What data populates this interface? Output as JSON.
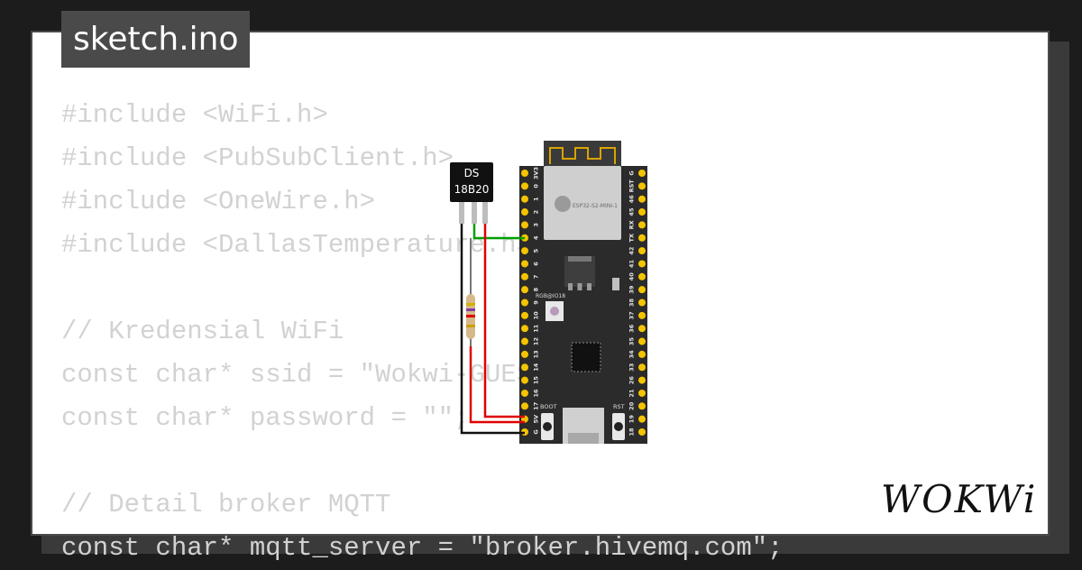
{
  "tab": {
    "title": "sketch.ino"
  },
  "code": {
    "lines": [
      "#include <WiFi.h>",
      "#include <PubSubClient.h>",
      "#include <OneWire.h>",
      "#include <DallasTemperature.h>",
      "",
      "// Kredensial WiFi",
      "const char* ssid = \"Wokwi-GUEST\";",
      "const char* password = \"\";",
      "",
      "// Detail broker MQTT",
      "const char* mqtt_server = \"broker.hivemq.com\";"
    ]
  },
  "sensor": {
    "label_line1": "DS",
    "label_line2": "18B20"
  },
  "board": {
    "module_label": "ESP32-S2-MINI-1",
    "led_label": "RGB@IO18",
    "boot_label": "BOOT",
    "rst_label": "RST",
    "left_pins": [
      "3V3",
      "0",
      "1",
      "2",
      "3",
      "4",
      "5",
      "6",
      "7",
      "8",
      "9",
      "10",
      "11",
      "12",
      "13",
      "14",
      "15",
      "16",
      "17",
      "5V",
      "G"
    ],
    "right_pins": [
      "G",
      "RST",
      "46",
      "45",
      "RX",
      "TX",
      "42",
      "41",
      "40",
      "39",
      "38",
      "37",
      "36",
      "35",
      "34",
      "33",
      "26",
      "21",
      "20",
      "19",
      "18"
    ]
  },
  "logo": {
    "text": "WOKWi"
  },
  "colors": {
    "background": "#1c1c1c",
    "code_text": "#d2d2d2",
    "tab_bg": "#4a4a4a",
    "pin_yellow": "#f5c400",
    "wire_green": "#00a000",
    "wire_red": "#e00000",
    "wire_black": "#111111"
  }
}
